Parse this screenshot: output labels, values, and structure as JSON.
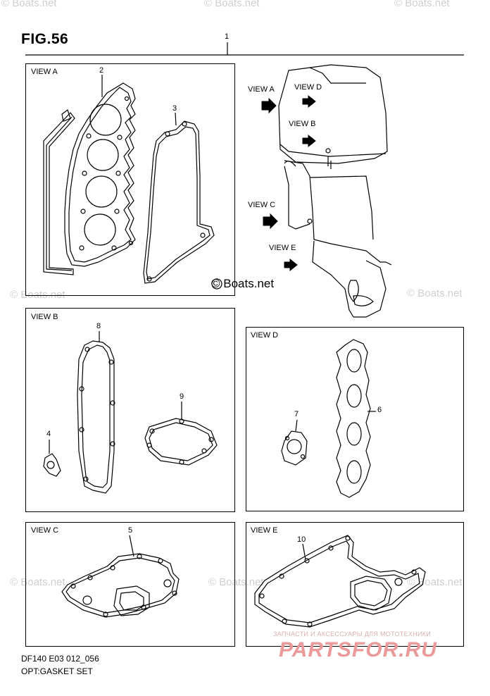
{
  "figure": {
    "title": "FIG.56",
    "assembly_ref": "1"
  },
  "views": {
    "a": {
      "label": "VIEW A",
      "parts": [
        "2",
        "3"
      ]
    },
    "b": {
      "label": "VIEW B",
      "parts": [
        "8",
        "4",
        "9"
      ]
    },
    "c": {
      "label": "VIEW C",
      "parts": [
        "5"
      ]
    },
    "d": {
      "label": "VIEW D",
      "parts": [
        "7",
        "6"
      ]
    },
    "e": {
      "label": "VIEW E",
      "parts": [
        "10"
      ]
    }
  },
  "engine_callouts": [
    "VIEW A",
    "VIEW D",
    "VIEW B",
    "VIEW C",
    "VIEW E"
  ],
  "watermark": {
    "text": "© Boats.net"
  },
  "footer": {
    "code": "DF140 E03 012_056",
    "caption": "OPT:GASKET SET"
  },
  "shop": {
    "subtitle": "ЗАПЧАСТИ И АКСЕССУАРЫ ДЛЯ МОТОТЕХНИКИ",
    "logo": "PARTSFOR.RU"
  },
  "colors": {
    "line": "#000000",
    "watermark": "#cfcfcf",
    "shop_logo": "#ea9a9a"
  }
}
